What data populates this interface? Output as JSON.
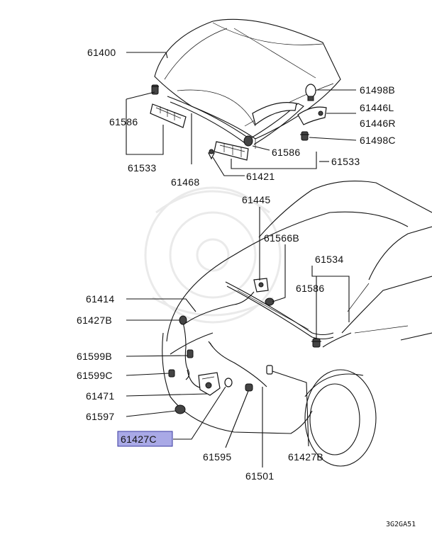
{
  "callouts": {
    "c61400": "61400",
    "c61586a": "61586",
    "c61533a": "61533",
    "c61468": "61468",
    "c61498b": "61498B",
    "c61446l": "61446L",
    "c61446r": "61446R",
    "c61498c": "61498C",
    "c61586b": "61586",
    "c61533b": "61533",
    "c61421": "61421",
    "c61445": "61445",
    "c61566b": "61566B",
    "c61534": "61534",
    "c61586c": "61586",
    "c61414": "61414",
    "c61427b_a": "61427B",
    "c61599b": "61599B",
    "c61599c": "61599C",
    "c61471": "61471",
    "c61597": "61597",
    "c61427c": "61427C",
    "c61595": "61595",
    "c61501": "61501",
    "c61427b_b": "61427B"
  },
  "highlight_color": "#a9a9e6",
  "diagram_code": "3G2GA51"
}
